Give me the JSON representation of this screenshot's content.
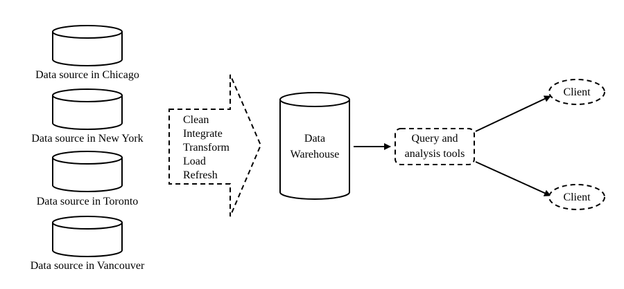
{
  "sources": [
    {
      "label": "Data source in Chicago"
    },
    {
      "label": "Data source in New York"
    },
    {
      "label": "Data source in Toronto"
    },
    {
      "label": "Data source in Vancouver"
    }
  ],
  "etl": {
    "steps": [
      "Clean",
      "Integrate",
      "Transform",
      "Load",
      "Refresh"
    ]
  },
  "warehouse": {
    "line1": "Data",
    "line2": "Warehouse"
  },
  "tools": {
    "line1": "Query and",
    "line2": "analysis tools"
  },
  "clients": [
    {
      "label": "Client"
    },
    {
      "label": "Client"
    }
  ]
}
